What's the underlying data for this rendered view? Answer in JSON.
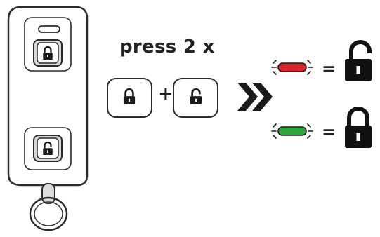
{
  "instruction": "press 2 x",
  "combo": {
    "plus": "+",
    "first_button_icon": "locked-padlock-icon",
    "second_button_icon": "unlocked-padlock-icon",
    "arrow_icon": "double-chevron-right-icon"
  },
  "results": [
    {
      "led_color": "#d9222a",
      "led_name": "red",
      "equals": "=",
      "state_icon": "unlocked-padlock-icon"
    },
    {
      "led_color": "#2aa838",
      "led_name": "green",
      "equals": "=",
      "state_icon": "locked-padlock-icon"
    }
  ],
  "remote": {
    "top_button_icon": "locked-padlock-icon",
    "bottom_button_icon": "unlocked-padlock-icon"
  }
}
